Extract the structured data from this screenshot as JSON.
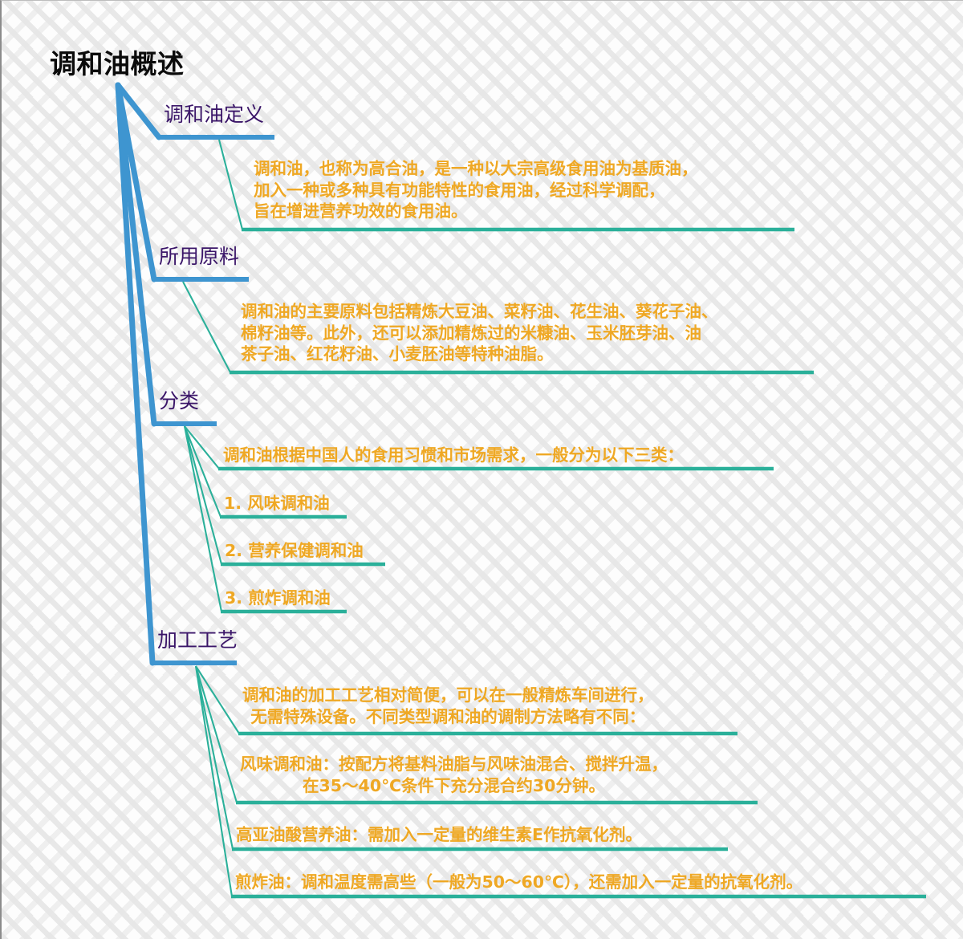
{
  "document": {
    "type": "mind-map",
    "title": "调和油概述"
  },
  "colors": {
    "root_text": "#0b0b0b",
    "branch_text": "#3b1669",
    "branch_rule": "#3e95d0",
    "leaf_text": "#efa824",
    "leaf_rule": "#2bb09a",
    "trunk": "#3e95d0",
    "connector": "#2bb09a",
    "background": "#fdfdfd"
  },
  "branches": [
    {
      "id": "definition",
      "label": "调和油定义",
      "leaves": [
        {
          "id": "definition-body",
          "align": "left",
          "lines": [
            "调和油，也称为高合油，是一种以大宗高级食用油为基质油，",
            "加入一种或多种具有功能特性的食用油，经过科学调配，",
            "旨在增进营养功效的食用油。"
          ]
        }
      ]
    },
    {
      "id": "raw-materials",
      "label": "所用原料",
      "leaves": [
        {
          "id": "raw-materials-body",
          "align": "left",
          "lines": [
            "调和油的主要原料包括精炼大豆油、菜籽油、花生油、葵花子油、",
            "棉籽油等。此外，还可以添加精炼过的米糠油、玉米胚芽油、油",
            "茶子油、红花籽油、小麦胚油等特种油脂。"
          ]
        }
      ]
    },
    {
      "id": "classification",
      "label": "分类",
      "leaves": [
        {
          "id": "classification-intro",
          "align": "left",
          "lines": [
            "调和油根据中国人的食用习惯和市场需求，一般分为以下三类："
          ]
        },
        {
          "id": "classification-item-1",
          "align": "left",
          "lines": [
            "1. 风味调和油"
          ]
        },
        {
          "id": "classification-item-2",
          "align": "left",
          "lines": [
            "2. 营养保健调和油"
          ]
        },
        {
          "id": "classification-item-3",
          "align": "left",
          "lines": [
            "3. 煎炸调和油"
          ]
        }
      ]
    },
    {
      "id": "processing",
      "label": "加工工艺",
      "leaves": [
        {
          "id": "processing-intro",
          "align": "center",
          "lines": [
            "调和油的加工工艺相对简便，可以在一般精炼车间进行，",
            "无需特殊设备。不同类型调和油的调制方法略有不同："
          ]
        },
        {
          "id": "processing-flavor",
          "align": "center",
          "lines": [
            "风味调和油：按配方将基料油脂与风味油混合、搅拌升温，",
            "在35～40℃条件下充分混合约30分钟。"
          ]
        },
        {
          "id": "processing-linoleic",
          "align": "left",
          "lines": [
            "高亚油酸营养油：需加入一定量的维生素E作抗氧化剂。"
          ]
        },
        {
          "id": "processing-frying",
          "align": "left",
          "lines": [
            "煎炸油：调和温度需高些（一般为50～60℃），还需加入一定量的抗氧化剂。"
          ]
        }
      ]
    }
  ]
}
